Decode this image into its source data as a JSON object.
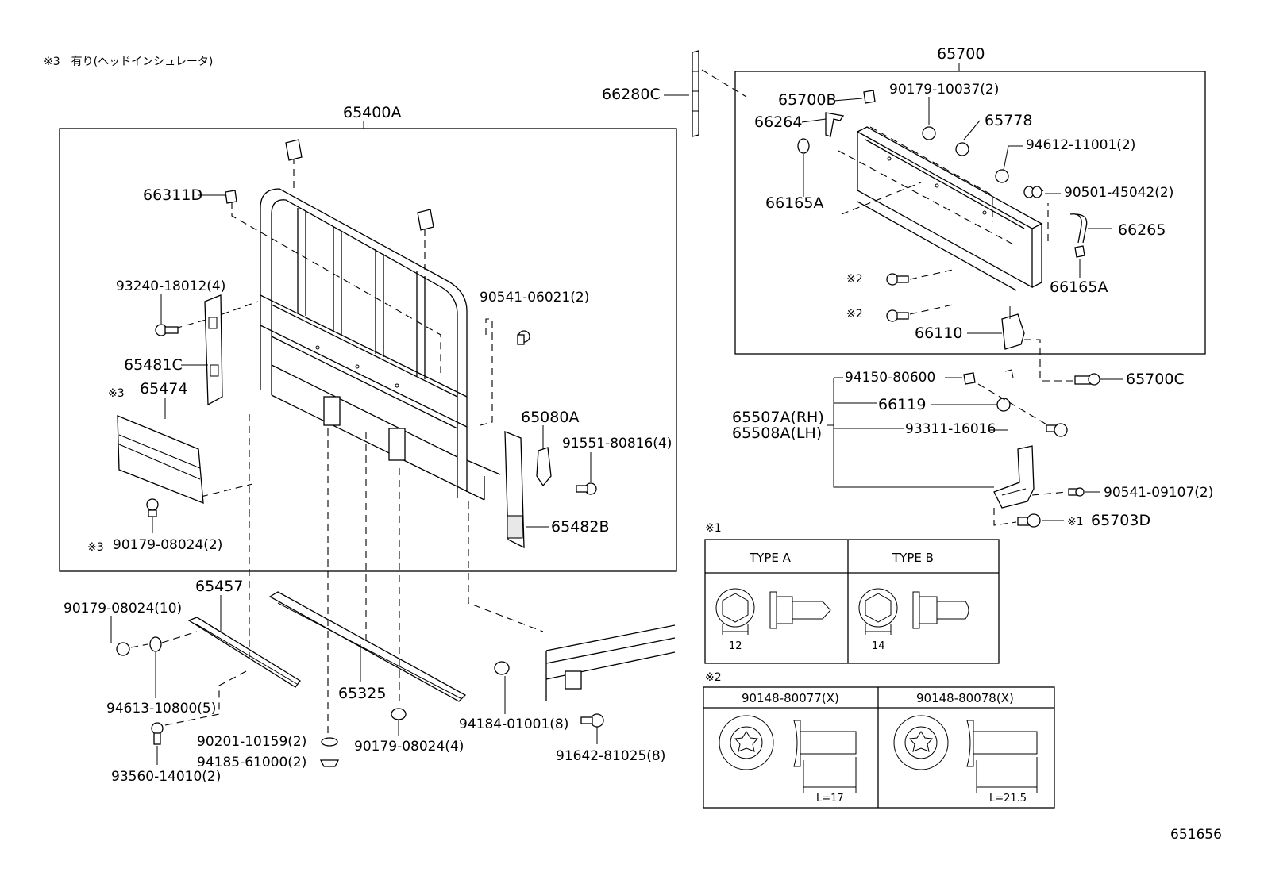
{
  "note_top": "※3　有り(ヘッドインシュレータ)",
  "diagram_id": "651656",
  "labels": {
    "p65400A": "65400A",
    "p66311D": "66311D",
    "p93240": "93240-18012(4)",
    "p90541_06021": "90541-06021(2)",
    "p65481C": "65481C",
    "m3a": "※3",
    "p65474": "65474",
    "p65080A": "65080A",
    "p91551": "91551-80816(4)",
    "p65482B": "65482B",
    "m3b": "※3",
    "p90179_08024_2": "90179-08024(2)",
    "p65457": "65457",
    "p90179_08024_10": "90179-08024(10)",
    "p94613": "94613-10800(5)",
    "p65325": "65325",
    "p90201": "90201-10159(2)",
    "p94185": "94185-61000(2)",
    "p93560": "93560-14010(2)",
    "p90179_08024_4": "90179-08024(4)",
    "p94184": "94184-01001(8)",
    "p91642": "91642-81025(8)",
    "p66280C": "66280C",
    "p65700": "65700",
    "p65700B": "65700B",
    "p90179_10037": "90179-10037(2)",
    "p66264": "66264",
    "p65778": "65778",
    "p94612": "94612-11001(2)",
    "p66165A_1": "66165A",
    "p90501": "90501-45042(2)",
    "p66265": "66265",
    "p66165A_2": "66165A",
    "m2a": "※2",
    "m2b": "※2",
    "p66110": "66110",
    "p65700C": "65700C",
    "p94150": "94150-80600",
    "p66119": "66119",
    "p65507A": "65507A(RH)",
    "p65508A": "65508A(LH)",
    "p93311": "93311-16016",
    "p90541_09107": "90541-09107(2)",
    "m1": "※1",
    "p65703D": "65703D"
  },
  "table1": {
    "mark": "※1",
    "type_a": "TYPE A",
    "type_b": "TYPE B",
    "dim_a": "12",
    "dim_b": "14"
  },
  "table2": {
    "mark": "※2",
    "col1": "90148-80077(X)",
    "col2": "90148-80078(X)",
    "len1": "L=17",
    "len2": "L=21.5"
  }
}
